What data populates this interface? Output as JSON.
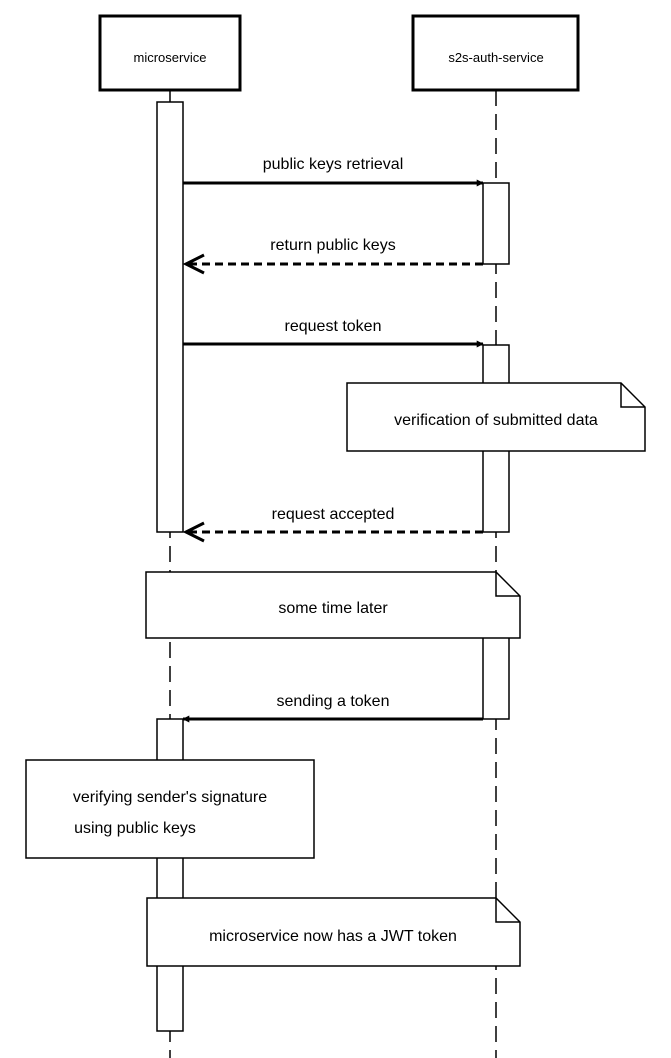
{
  "participants": {
    "microservice": "microservice",
    "auth": "s2s-auth-service"
  },
  "messages": {
    "public_keys_retrieval": "public keys retrieval",
    "return_public_keys": "return public keys",
    "request_token": "request token",
    "request_accepted": "request accepted",
    "sending_token": "sending a token"
  },
  "notes": {
    "verification": "verification of submitted data",
    "time_later": "some time later",
    "verifying_line1": "verifying sender's signature",
    "verifying_line2": "using public keys",
    "now_has_token": "microservice now has a JWT token"
  }
}
